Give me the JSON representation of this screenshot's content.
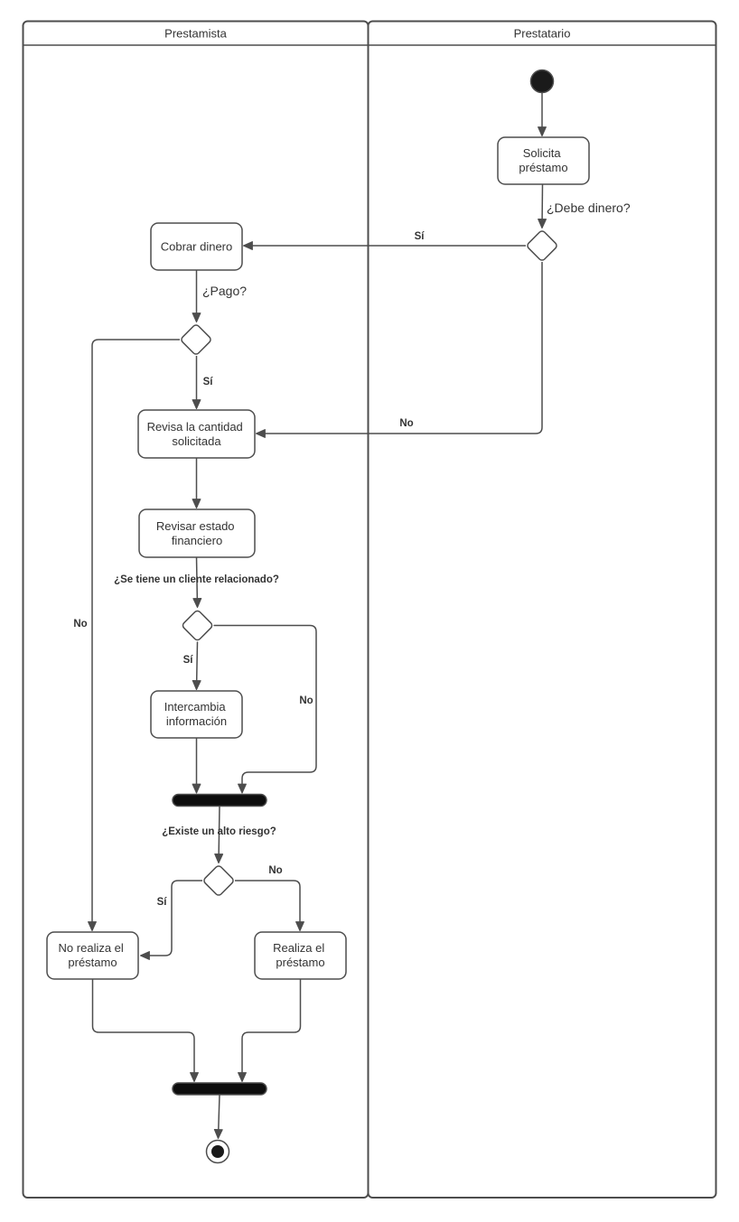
{
  "diagram": {
    "kind": "uml-activity-swimlane-flowchart",
    "lanes": {
      "left": {
        "title": "Prestamista"
      },
      "right": {
        "title": "Prestatario"
      }
    },
    "nodes": {
      "start": {
        "shape": "initial-node"
      },
      "solicita_prestamo": {
        "lines": [
          "Solicita",
          "préstamo"
        ]
      },
      "cobrar_dinero": {
        "lines": [
          "Cobrar dinero"
        ]
      },
      "revisa_cantidad": {
        "lines": [
          "Revisa la cantidad",
          "solicitada"
        ]
      },
      "revisar_estado": {
        "lines": [
          "Revisar estado",
          "financiero"
        ]
      },
      "intercambia_informacion": {
        "lines": [
          "Intercambia",
          "información"
        ]
      },
      "no_realiza_prestamo": {
        "lines": [
          "No realiza el",
          "préstamo"
        ]
      },
      "realiza_prestamo": {
        "lines": [
          "Realiza el",
          "préstamo"
        ]
      },
      "fork_bar": {
        "shape": "synchronization-bar"
      },
      "join_bar": {
        "shape": "synchronization-bar"
      },
      "end": {
        "shape": "final-node"
      }
    },
    "edge_labels": {
      "debe_dinero_q": "¿Debe dinero?",
      "debe_dinero_si": "Sí",
      "debe_dinero_no": "No",
      "pago_q": "¿Pago?",
      "pago_si": "Sí",
      "pago_no": "No",
      "cliente_q": "¿Se tiene un cliente relacionado?",
      "cliente_si": "Sí",
      "cliente_no": "No",
      "riesgo_q": "¿Existe un alto riesgo?",
      "riesgo_si": "Sí",
      "riesgo_no": "No"
    },
    "colors": {
      "stroke": "#4d4d4d",
      "text": "#333333",
      "node_fill": "#ffffff",
      "bar_fill": "#0d0d0d",
      "background": "#ffffff"
    }
  }
}
